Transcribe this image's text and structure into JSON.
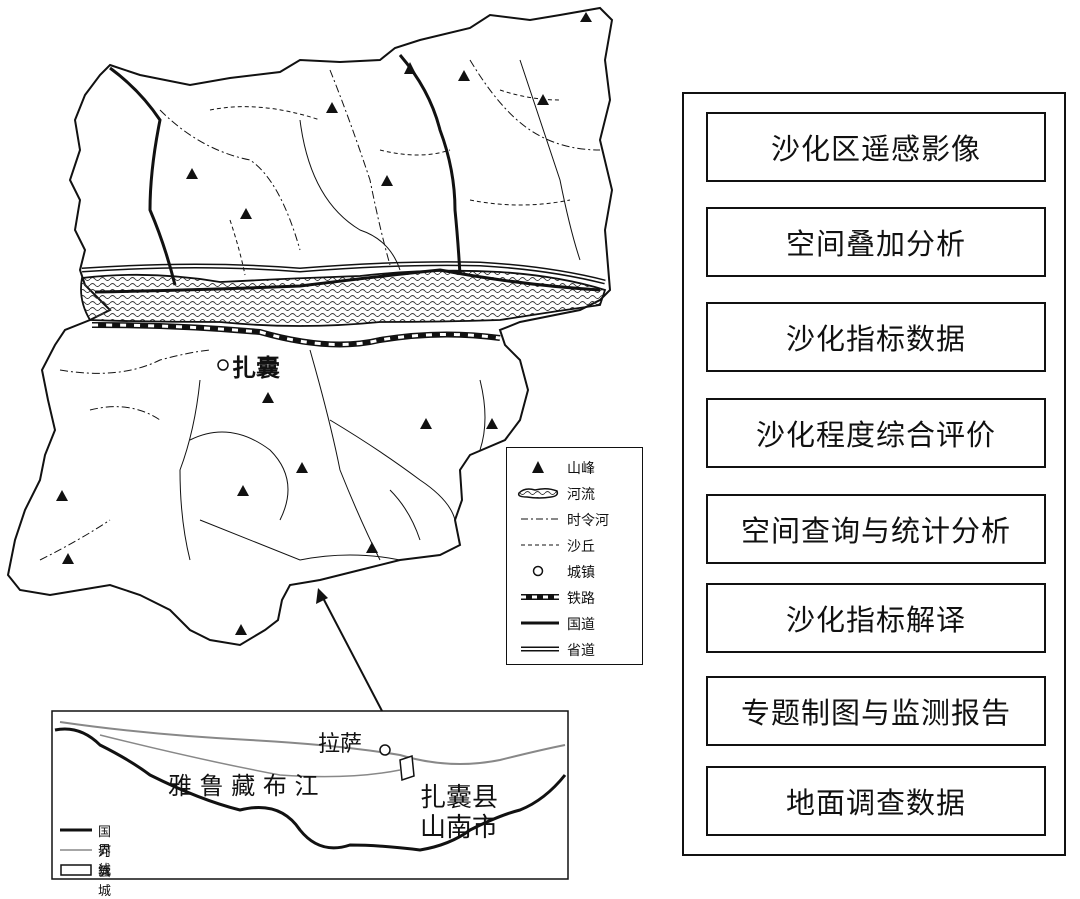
{
  "map": {
    "town_label": "扎囊",
    "inset": {
      "lhasa": "拉萨",
      "river": "雅 鲁 藏 布 江",
      "county": "扎囊县",
      "city": "山南市",
      "legend": [
        {
          "label": "国界线",
          "symbol": "border-line-icon"
        },
        {
          "label": "河流",
          "symbol": "river-line-icon"
        },
        {
          "label": "县城",
          "symbol": "county-box-icon"
        }
      ]
    }
  },
  "legend": {
    "items": [
      {
        "label": "山峰",
        "symbol": "peak-triangle-icon"
      },
      {
        "label": "河流",
        "symbol": "river-band-icon"
      },
      {
        "label": "时令河",
        "symbol": "seasonal-river-icon"
      },
      {
        "label": "沙丘",
        "symbol": "dune-dashed-icon"
      },
      {
        "label": "城镇",
        "symbol": "town-circle-icon"
      },
      {
        "label": "铁路",
        "symbol": "railway-icon"
      },
      {
        "label": "国道",
        "symbol": "national-road-icon"
      },
      {
        "label": "省道",
        "symbol": "provincial-road-icon"
      }
    ]
  },
  "workflow": {
    "steps": [
      "沙化区遥感影像",
      "空间叠加分析",
      "沙化指标数据",
      "沙化程度综合评价",
      "空间查询与统计分析",
      "沙化指标解译",
      "专题制图与监测报告",
      "地面调查数据"
    ]
  },
  "colors": {
    "line": "#111111",
    "river_fill": "#e8e8e8",
    "background": "#ffffff"
  }
}
